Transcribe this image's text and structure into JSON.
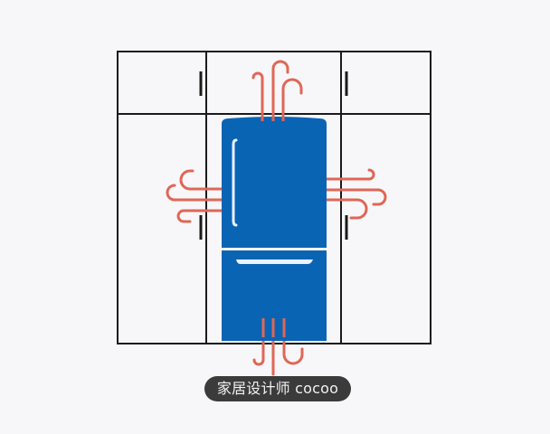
{
  "caption": "家居设计师 cocoo",
  "colors": {
    "background": "#f7f7f9",
    "cabinet_stroke": "#1a1a1a",
    "fridge": "#0a64b4",
    "fridge_highlight": "#e8f4ff",
    "heat": "#e06656",
    "caption_bg": "#3b3b3b"
  },
  "scene": {
    "subject": "refrigerator-between-cabinets",
    "heat_vents": [
      "top",
      "left",
      "right",
      "bottom"
    ]
  }
}
